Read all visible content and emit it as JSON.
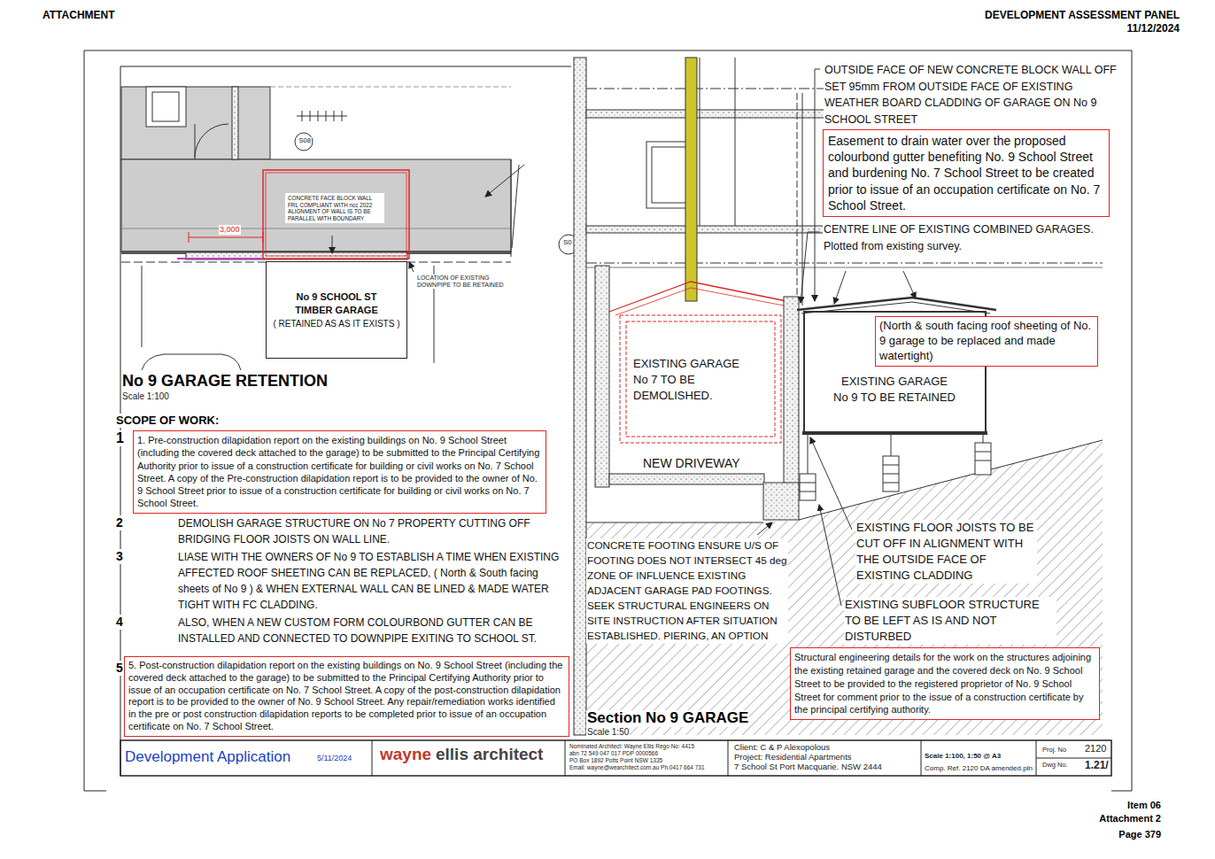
{
  "diagram": {
    "nodes": [
      {
        "text": [
          "CONCRETE FACE BLOCK WALL FRL COMPLIANT WITH ncc 2022 ALIGNMENT OF WALL IS TO BE PARALLEL WITH BOUNDARY"
        ]
      },
      {
        "text": [
          "No 9 SCHOOL ST TIMBER GARAGE",
          "( RETAINED AS AS IT EXISTS )"
        ]
      },
      {
        "text": [
          "1. Pre-construction dilapidation report on the existing buildings on No. 9 School Street (including the covered deck attached to the garage) to be submitted to the Principal Certifying Authority prior to issue of a construction certificate for building or civil works on No. 7 School Street. A copy of the Pre-construction dilapidation report is to be provided to the owner of No. 9 School Street prior to issue of a construction certificate for building or civil works on No. 7 School Street."
        ]
      },
      {
        "text": [
          "5. Post-construction dilapidation report on the existing buildings on No. 9 School Street (including the covered deck attached to the garage) to be submitted to the Principal Certifying Authority prior to issue of an occupation certificate on No. 7 School Street. A copy of the post-construction dilapidation report is to be provided to the owner of No. 9 School Street. Any repair/remediation works identified in the pre or post construction dilapidation reports to be completed prior to issue of an occupation certificate on No. 7 School Street."
        ]
      },
      {
        "text": [
          "Easement to drain water over the proposed colourbond gutter benefiting No. 9 School Street and burdening No. 7 School Street to be created prior to issue of an occupation certificate on No. 7 School Street."
        ]
      },
      {
        "text": [
          "(North & south facing roof sheeting of No. 9 garage to be replaced and made watertight)"
        ]
      },
      {
        "text": [
          "Structural engineering details for the work on the structures adjoining the existing retained garage and the covered deck on No. 9 School Street to be provided to the registered proprietor of No. 9 School Street for comment prior to the issue of a construction certificate by the principal certifying authority."
        ]
      }
    ],
    "labels": [
      "ATTACHMENT",
      "DEVELOPMENT ASSESSMENT PANEL",
      "11/12/2024",
      "S08",
      "3,000",
      "LOCATION OF EXISTING DOWNPIPE TO BE RETAINED",
      "No 9 GARAGE RETENTION",
      "Scale 1:100",
      "SCOPE OF WORK:",
      "1",
      "2",
      "DEMOLISH GARAGE STRUCTURE ON No 7 PROPERTY CUTTING OFF BRIDGING FLOOR JOISTS ON WALL LINE.",
      "3",
      "LIASE WITH THE OWNERS OF No 9 TO ESTABLISH A TIME WHEN EXISTING AFFECTED ROOF SHEETING CAN BE REPLACED, ( North & South facing sheets of No 9 ) & WHEN EXTERNAL WALL CAN BE LINED & MADE WATER TIGHT WITH FC CLADDING.",
      "4",
      "ALSO, WHEN A NEW CUSTOM FORM COLOURBOND GUTTER CAN BE INSTALLED AND CONNECTED TO DOWNPIPE EXITING TO SCHOOL ST.",
      "5",
      "S0",
      "OUTSIDE FACE OF NEW CONCRETE BLOCK WALL OFF SET 95mm FROM OUTSIDE FACE OF EXISTING WEATHER BOARD CLADDING OF GARAGE ON No 9 SCHOOL STREET",
      "CENTRE LINE OF EXISTING COMBINED GARAGES. Plotted from existing survey.",
      "EXISTING GARAGE No 7 TO BE DEMOLISHED.",
      "EXISTING GARAGE No 9 TO BE RETAINED",
      "NEW DRIVEWAY",
      "CONCRETE FOOTING ENSURE U/S OF FOOTING DOES NOT INTERSECT 45 deg ZONE OF INFLUENCE EXISTING ADJACENT GARAGE PAD FOOTINGS. SEEK STRUCTURAL ENGINEERS ON SITE INSTRUCTION AFTER SITUATION ESTABLISHED. PIERING, AN OPTION",
      "EXISTING FLOOR JOISTS TO BE CUT OFF IN ALIGNMENT WITH THE OUTSIDE FACE OF EXISTING CLADDING",
      "EXISTING SUBFLOOR STRUCTURE TO BE LEFT AS IS AND NOT DISTURBED",
      "Section No 9 GARAGE",
      "Scale 1:50",
      "Development Application",
      "5/11/2024",
      "wayne",
      "ellis architect",
      "Nominated Architect: Wayne Ellis Rego No: 4415",
      "abn 72 549 047 017 PDP 0000566",
      "PO Box 1892 Potts Point NSW 1335",
      "Email: wayne@wearchitect.com.au Ph.0417 664 731",
      "Client: C & P Alexopolous",
      "Project: Residential Apartments",
      "7 School St Port Macquarie. NSW 2444",
      "Scale 1:100, 1:50 @ A3",
      "Comp. Ref. 2120 DA amended.pln",
      "Proj. No",
      "2120",
      "Dwg No.",
      "1.21/",
      "Item 06",
      "Attachment 2",
      "Page 379"
    ]
  }
}
